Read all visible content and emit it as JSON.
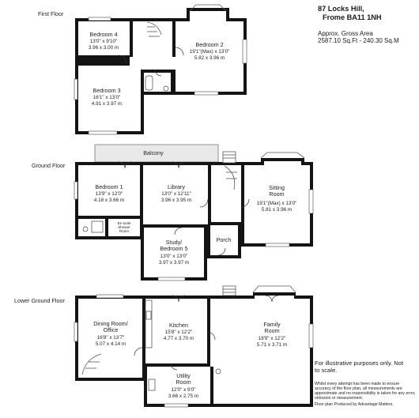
{
  "address": {
    "line1": "87 Locks Hill,",
    "line2": "Frome BA11 1NH"
  },
  "area": {
    "title": "Approx. Gross Area",
    "value": "2587.10 Sq.Ft - 240.30 Sq.M"
  },
  "floors": {
    "first": "First Floor",
    "ground": "Ground Floor",
    "lower_ground": "Lower Ground Floor"
  },
  "rooms": {
    "bedroom4": {
      "name": "Bedroom 4",
      "dims": "13'0\" x 9'10\"",
      "metric": "3.96 x 3.00 m"
    },
    "bedroom2": {
      "name": "Bedroom 2",
      "dims": "19'1\"(Max) x 13'0\"",
      "metric": "5.82 x 3.96 m"
    },
    "bedroom3": {
      "name": "Bedroom 3",
      "dims": "16'1\" x 13'0\"",
      "metric": "4.91 x 3.97 m"
    },
    "balcony": {
      "name": "Balcony"
    },
    "bedroom1": {
      "name": "Bedroom 1",
      "dims": "13'9\" x 12'0\"",
      "metric": "4.18 x 3.66 m"
    },
    "library": {
      "name": "Library",
      "dims": "13'0\" x 12'11\"",
      "metric": "3.96 x 3.95 m"
    },
    "sitting": {
      "name1": "Sitting",
      "name2": "Room",
      "dims": "19'1\"(Max) x 13'0\"",
      "metric": "5.81 x 3.96 m"
    },
    "ensuite": {
      "line1": "En-suite",
      "line2": "Shower",
      "line3": "Room"
    },
    "study": {
      "name1": "Study/",
      "name2": "Bedroom 5",
      "dims": "13'0\" x 13'0\"",
      "metric": "3.97 x 3.97 m"
    },
    "porch": {
      "name": "Porch"
    },
    "dining": {
      "name1": "Dining Room/",
      "name2": "Office",
      "dims": "16'8\" x 13'7\"",
      "metric": "5.07 x 4.14 m"
    },
    "kitchen": {
      "name": "Kitchen",
      "dims": "15'8\" x 12'2\"",
      "metric": "4.77 x 3.70 m"
    },
    "family": {
      "name1": "Family",
      "name2": "Room",
      "dims": "18'9\" x 12'2\"",
      "metric": "5.71 x 3.71 m"
    },
    "utility": {
      "name1": "Utility",
      "name2": "Room",
      "dims": "12'0\" x 9'0\"",
      "metric": "3.66 x 2.75 m"
    }
  },
  "notes": {
    "illustrative": "For illustrative purposes only. Not to scale.",
    "disclaimer": "Whilst every attempt has been made to ensure accuracy of the floor plan, all measurements are approximate and no responsibility is taken for any error, omission or measurement.",
    "produced": "Floor plan Produced by Advantage Matters."
  }
}
